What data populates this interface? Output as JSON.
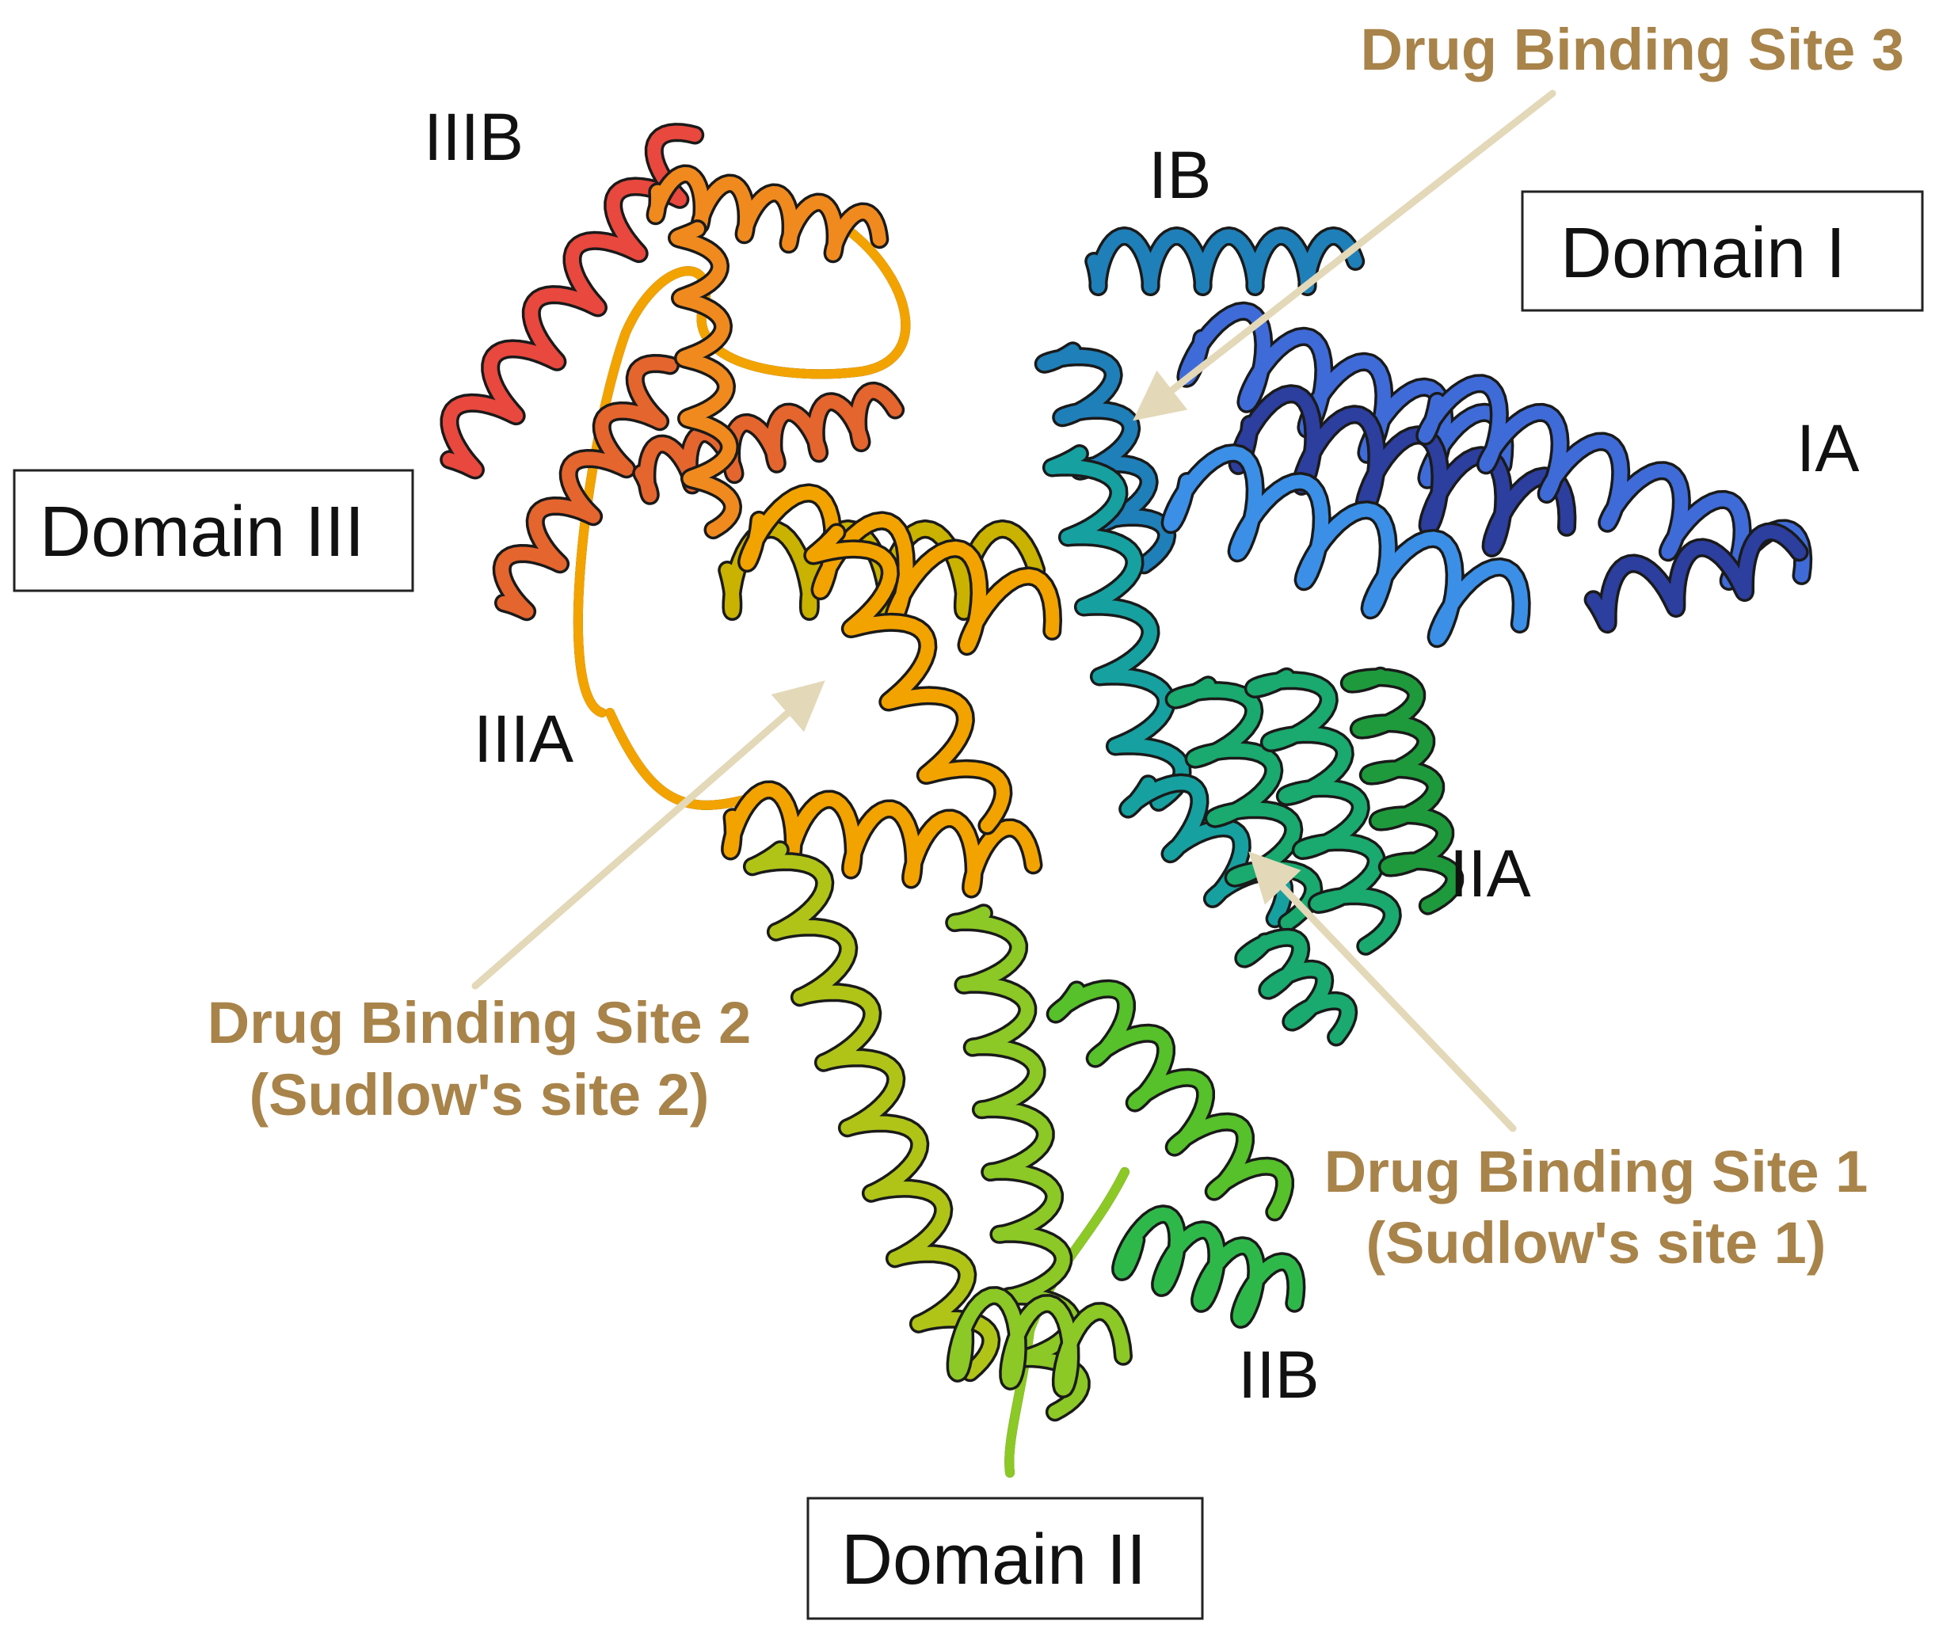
{
  "domains": {
    "domain_1": "Domain I",
    "domain_2": "Domain II",
    "domain_3": "Domain III"
  },
  "subdomains": {
    "ia": "IA",
    "ib": "IB",
    "iia": "IIA",
    "iib": "IIB",
    "iiia": "IIIA",
    "iiib": "IIIB"
  },
  "binding_sites": {
    "site_1": {
      "line1": "Drug Binding Site 1",
      "line2": "(Sudlow's site 1)"
    },
    "site_2": {
      "line1": "Drug Binding Site 2",
      "line2": "(Sudlow's site 2)"
    },
    "site_3": {
      "line1": "Drug Binding Site 3"
    }
  },
  "colors": {
    "site_text": "#a8834a",
    "arrow": "#e3d8b8",
    "domain_i_ramp": [
      "#2c3e9e",
      "#3f6bd8",
      "#3b8fe6",
      "#1f7fb8",
      "#17a0a0",
      "#1aa96e",
      "#1e9a3c"
    ],
    "domain_ii_ramp": [
      "#2fb84a",
      "#56c12a",
      "#8cc826",
      "#b0c418"
    ],
    "domain_iii_ramp": [
      "#c9b200",
      "#f2a300",
      "#f08a1e",
      "#e4652e",
      "#e8483e"
    ]
  }
}
